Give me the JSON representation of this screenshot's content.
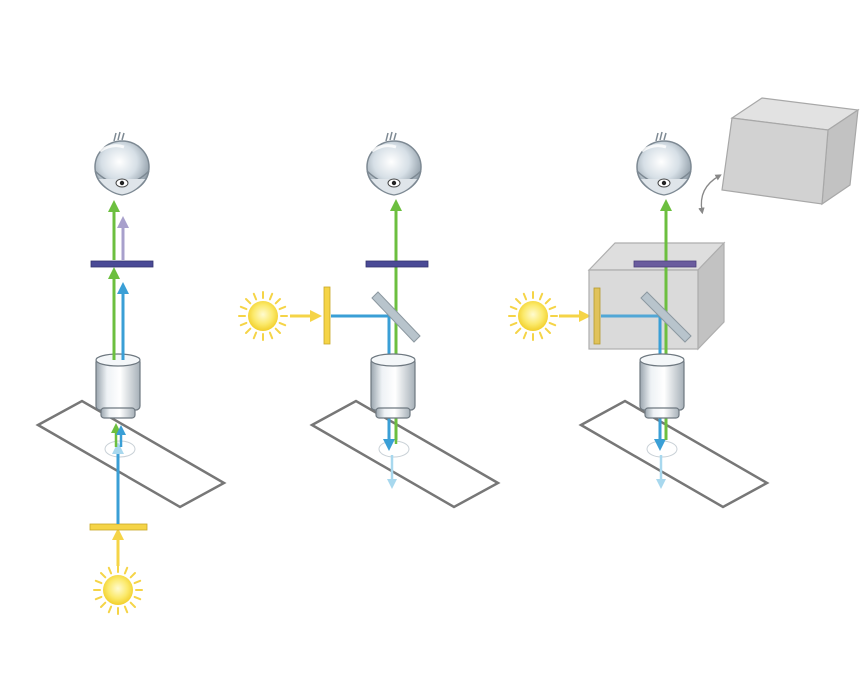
{
  "colors": {
    "excitation": "#f5d447",
    "excitation_light": "#3a9fd6",
    "emission": "#6cbf3f",
    "filter": "#4a4a96",
    "dichroic": "#b8c4cc",
    "slide_outline": "#777777",
    "cube": "#cfcfcf",
    "cube_stroke": "#a8a8a8",
    "transmitted_faint": "#a8d8ee",
    "reflected_faint": "#a8a0cc"
  },
  "panels": [
    {
      "id": "transmitted",
      "icons": [
        "eye-icon",
        "sun-icon",
        "objective-icon",
        "slide-icon",
        "filter-icon"
      ]
    },
    {
      "id": "epifluorescence",
      "icons": [
        "eye-icon",
        "sun-icon",
        "objective-icon",
        "slide-icon",
        "filter-icon",
        "dichroic-mirror-icon"
      ]
    },
    {
      "id": "filter-cube",
      "icons": [
        "eye-icon",
        "sun-icon",
        "objective-icon",
        "slide-icon",
        "filter-icon",
        "dichroic-mirror-icon",
        "filter-cube-icon",
        "swap-arrow-icon"
      ]
    }
  ]
}
